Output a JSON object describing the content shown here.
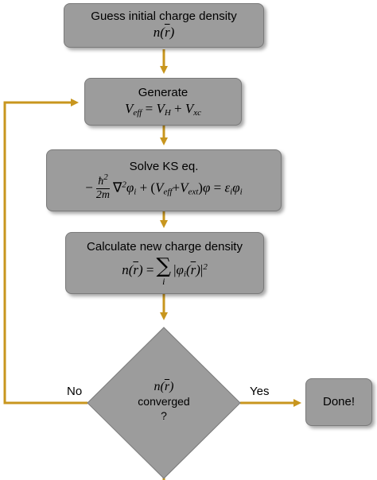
{
  "steps": {
    "guess": {
      "title": "Guess initial charge density",
      "formula": "n(r̄)"
    },
    "generate": {
      "title": "Generate",
      "formula": "V_eff = V_H + V_xc"
    },
    "solve": {
      "title": "Solve KS eq.",
      "formula": "−(ħ²/2m)∇²φ_i + (V_eff+V_ext)φ = ε_i φ_i"
    },
    "calculate": {
      "title": "Calculate new charge density",
      "formula": "n(r̄) = Σ_i |φ_i(r̄)|²"
    }
  },
  "decision": {
    "line1": "n(r̄)",
    "line2": "converged",
    "line3": "?"
  },
  "branches": {
    "no": "No",
    "yes": "Yes"
  },
  "done": {
    "label": "Done!"
  },
  "colors": {
    "box_fill": "#9c9c9c",
    "arrow": "#c8961e"
  }
}
